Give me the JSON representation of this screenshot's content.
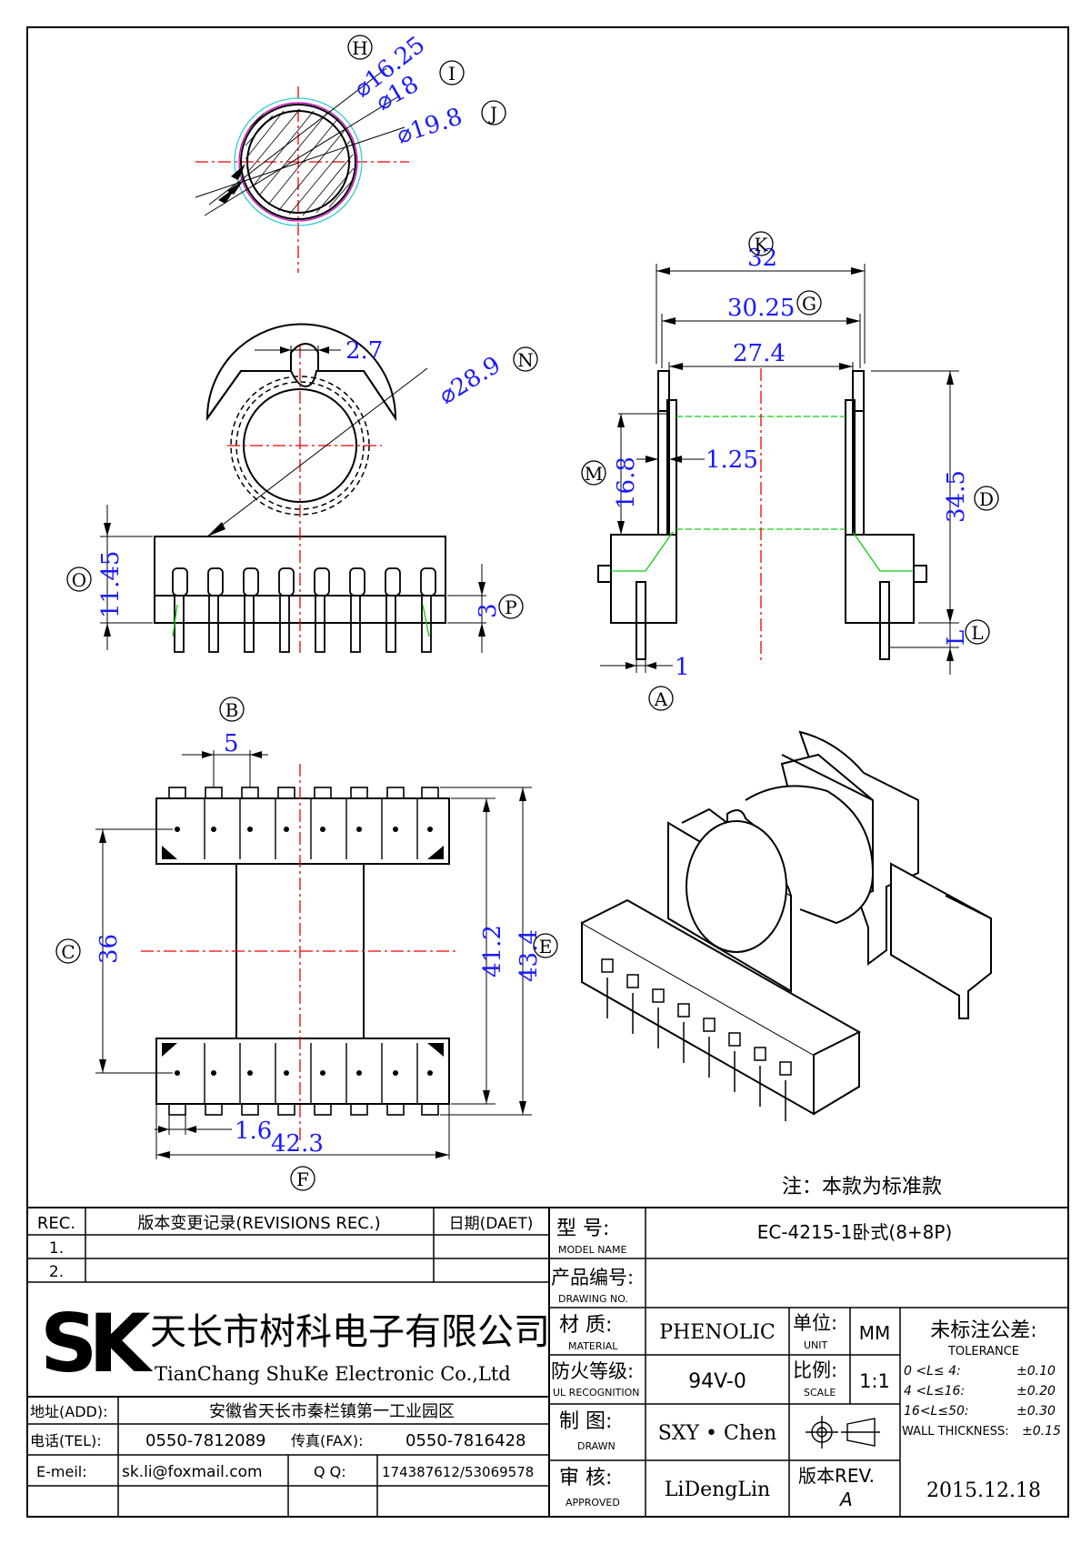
{
  "drawing": {
    "callouts": {
      "A": "A",
      "B": "B",
      "C": "C",
      "D": "D",
      "E": "E",
      "F": "F",
      "G": "G",
      "H": "H",
      "I": "I",
      "J": "J",
      "K": "K",
      "L": "L",
      "M": "M",
      "N": "N",
      "O": "O",
      "P": "P"
    },
    "dims": {
      "d1625": "⌀16.25",
      "d18": "⌀18",
      "d198": "⌀19.8",
      "w27": "2.7",
      "d289": "⌀28.9",
      "o1145": "11.45",
      "p3": "3",
      "k32": "32",
      "g3025": "30.25",
      "w274": "27.4",
      "m168": "16.8",
      "t125": "1.25",
      "d345": "34.5",
      "l1": "L",
      "a1": "1",
      "b5": "5",
      "c36": "36",
      "e412": "41.2",
      "e434": "43.4",
      "f16": "1.6",
      "f423": "42.3"
    },
    "note": "注：本款为标准款"
  },
  "title_block": {
    "revisions": {
      "rec_header": "REC.",
      "record_header": "版本变更记录(REVISIONS REC.)",
      "date_header": "日期(DAET)",
      "rows": [
        "1.",
        "2."
      ]
    },
    "company": {
      "logo": "SK",
      "name_cn": "天长市树科电子有限公司",
      "name_en": "TianChang ShuKe Electronic Co.,Ltd"
    },
    "address": {
      "label": "地址(ADD):",
      "value": "安徽省天长市秦栏镇第一工业园区"
    },
    "tel": {
      "label": "电话(TEL):",
      "value": "0550-7812089"
    },
    "fax": {
      "label": "传真(FAX):",
      "value": "0550-7816428"
    },
    "email": {
      "label": "E-meil:",
      "value": "sk.li@foxmail.com"
    },
    "qq": {
      "label": "Q Q:",
      "value": "174387612/53069578"
    },
    "model": {
      "label_cn": "型 号:",
      "label_en": "MODEL NAME",
      "value": "EC-4215-1卧式(8+8P)"
    },
    "drawing_no": {
      "label_cn": "产品编号:",
      "label_en": "DRAWING NO.",
      "value": ""
    },
    "material": {
      "label_cn": "材 质:",
      "label_en": "MATERIAL",
      "value": "PHENOLIC"
    },
    "ul": {
      "label_cn": "防火等级:",
      "label_en": "UL RECOGNITION",
      "value": "94V-0"
    },
    "drawn": {
      "label_cn": "制 图:",
      "label_en": "DRAWN",
      "value": "SXY • Chen"
    },
    "approved": {
      "label_cn": "审 核:",
      "label_en": "APPROVED",
      "value": "LiDengLin"
    },
    "unit": {
      "label_cn": "单位:",
      "label_en": "UNIT",
      "value": "MM"
    },
    "scale": {
      "label_cn": "比例:",
      "label_en": "SCALE",
      "value": "1:1"
    },
    "rev": {
      "label": "版本REV.",
      "value": "A"
    },
    "date": {
      "value": "2015.12.18"
    },
    "tolerance": {
      "title_cn": "未标注公差:",
      "title_en": "TOLERANCE",
      "rows": [
        {
          "range": "0 <L≤ 4:",
          "value": "±0.10"
        },
        {
          "range": "4 <L≤16:",
          "value": "±0.20"
        },
        {
          "range": "16<L≤50:",
          "value": "±0.30"
        },
        {
          "range": "WALL THICKNESS:",
          "value": "±0.15"
        }
      ]
    }
  }
}
